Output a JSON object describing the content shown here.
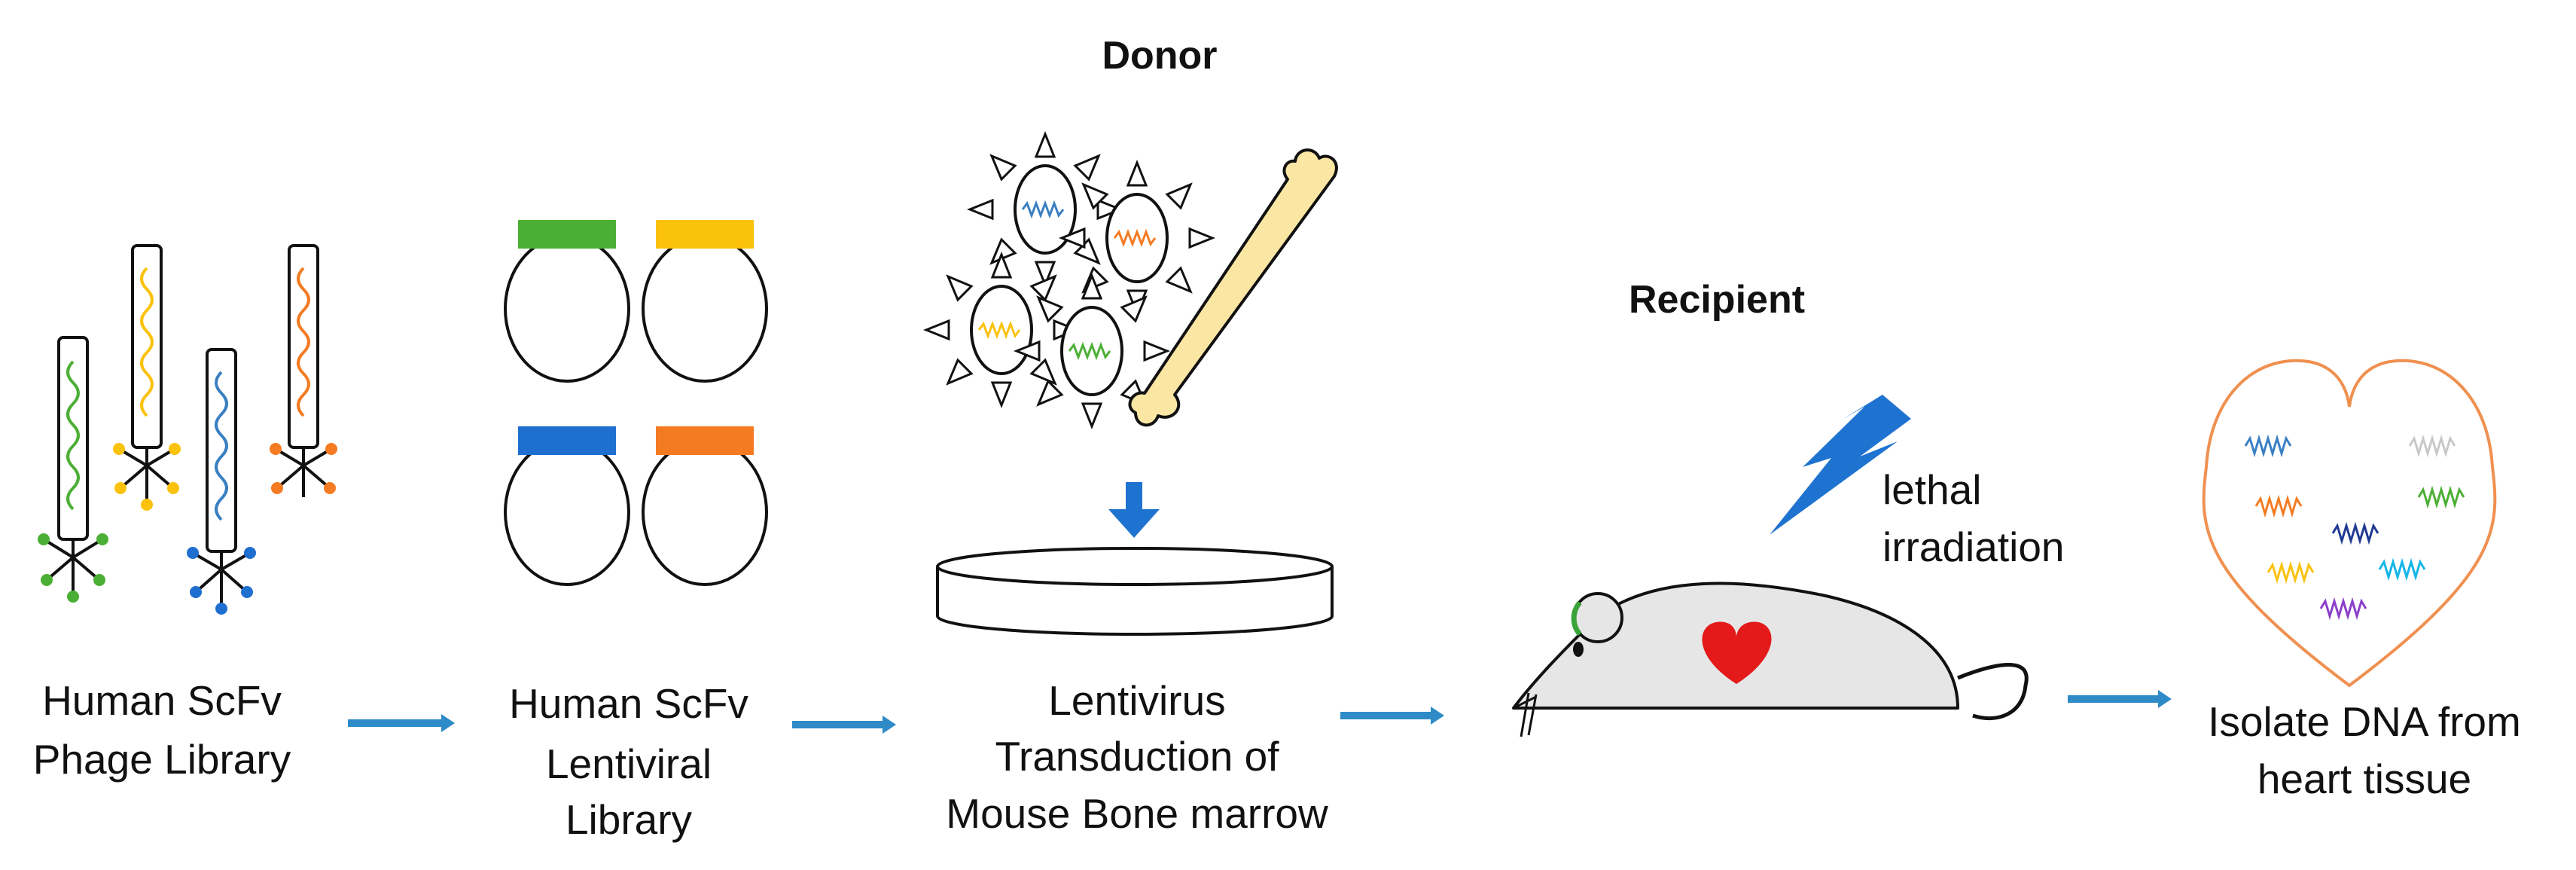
{
  "labels": {
    "donor": "Donor",
    "recipient": "Recipient",
    "irradiation_line1": "lethal",
    "irradiation_line2": "irradiation"
  },
  "steps": [
    {
      "line1": "Human ScFv",
      "line2": "Phage Library",
      "line3": ""
    },
    {
      "line1": "Human ScFv",
      "line2": "Lentiviral",
      "line3": "Library"
    },
    {
      "line1": "Lentivirus",
      "line2": "Transduction of",
      "line3": "Mouse Bone marrow"
    },
    {
      "line1": "Isolate DNA from",
      "line2": "heart tissue",
      "line3": ""
    }
  ],
  "colors": {
    "green": "#4caf35",
    "yellow": "#fbc20c",
    "blue": "#1f6fd0",
    "orange": "#f47b22",
    "steel_blue": "#3a7fc2",
    "gray_line": "#c8c8c8",
    "navy": "#1f3a93",
    "cyan": "#14b6e8",
    "purple": "#8b3fc9",
    "arrow_blue": "#2e8bc8",
    "lightning_blue": "#1f73d0",
    "bone": "#fbe6a4",
    "heart_red": "#e41a1a",
    "heart_outline": "#f09050",
    "mouse_gray": "#e6e6e6",
    "ear_green": "#3aa33a"
  },
  "icons": [
    "phage-icon",
    "lentiviral-library-icon",
    "virus-icon",
    "bone-icon",
    "culture-dish-icon",
    "down-arrow-icon",
    "lightning-bolt-icon",
    "mouse-icon",
    "heart-icon",
    "dna-squiggle-icon",
    "right-arrow-icon"
  ]
}
